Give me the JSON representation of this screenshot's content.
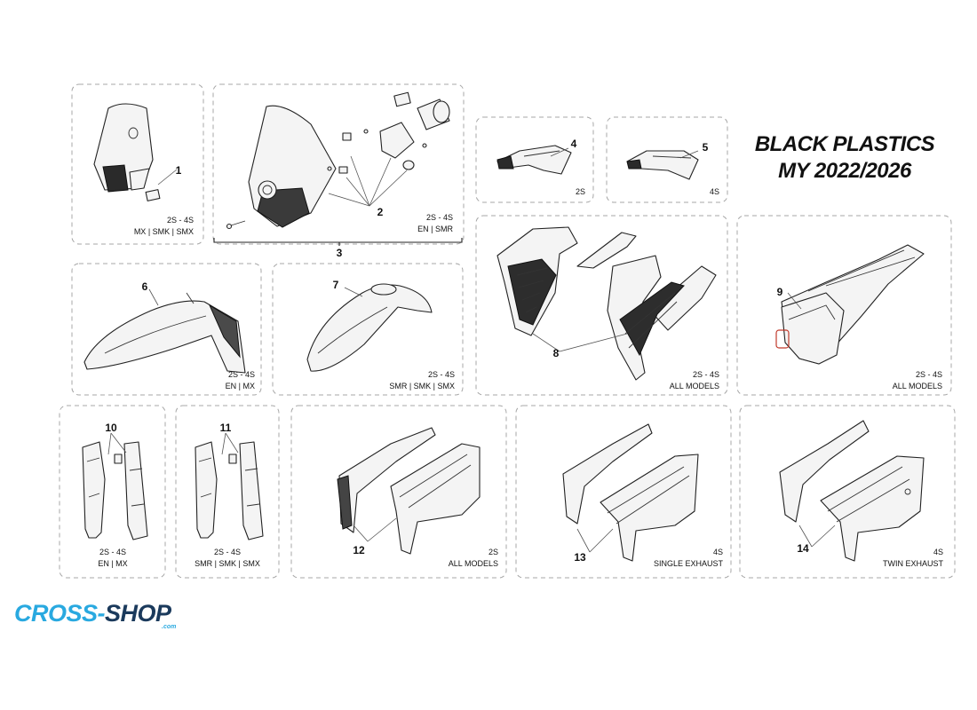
{
  "title": {
    "line1": "BLACK PLASTICS",
    "line2": "MY 2022/2026"
  },
  "brand": {
    "part1": "CROSS",
    "dash": "-",
    "part2": "SHOP",
    "sub": ".com",
    "colors": {
      "cyan": "#29a9e0",
      "dark": "#1b3a5c"
    }
  },
  "parts": [
    {
      "num": "1",
      "line1": "2S - 4S",
      "line2": "MX | SMK | SMX"
    },
    {
      "num": "2",
      "line1": "2S - 4S",
      "line2": "EN | SMR"
    },
    {
      "num": "3"
    },
    {
      "num": "4",
      "line1": "2S"
    },
    {
      "num": "5",
      "line1": "4S"
    },
    {
      "num": "6",
      "line1": "2S - 4S",
      "line2": "EN | MX"
    },
    {
      "num": "7",
      "line1": "2S - 4S",
      "line2": "SMR | SMK | SMX"
    },
    {
      "num": "8",
      "line1": "2S - 4S",
      "line2": "ALL MODELS"
    },
    {
      "num": "9",
      "line1": "2S - 4S",
      "line2": "ALL MODELS"
    },
    {
      "num": "10",
      "line1": "2S - 4S",
      "line2": "EN | MX"
    },
    {
      "num": "11",
      "line1": "2S - 4S",
      "line2": "SMR | SMK | SMX"
    },
    {
      "num": "12",
      "line1": "2S",
      "line2": "ALL MODELS"
    },
    {
      "num": "13",
      "line1": "4S",
      "line2": "SINGLE EXHAUST"
    },
    {
      "num": "14",
      "line1": "4S",
      "line2": "TWIN EXHAUST"
    }
  ],
  "accent_color": "#c0392b"
}
